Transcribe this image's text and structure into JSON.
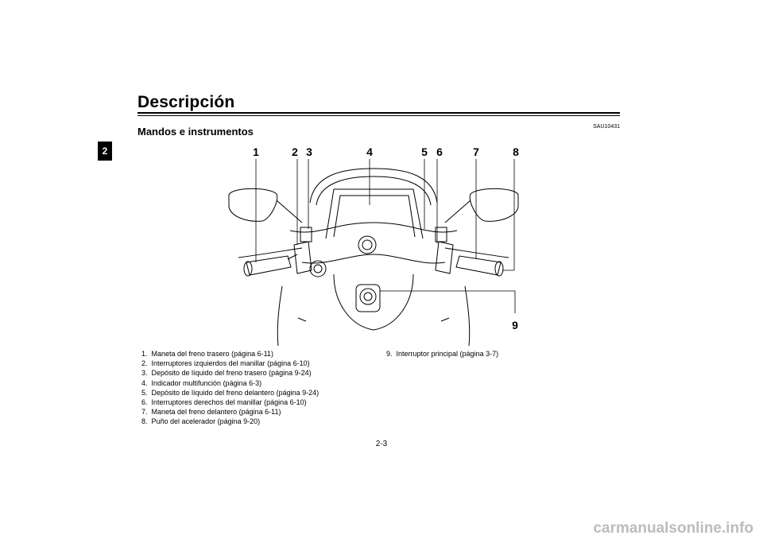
{
  "page": {
    "chapter_tab": "2",
    "section_title": "Descripción",
    "section_code": "SAU10431",
    "subtitle": "Mandos e instrumentos",
    "page_number": "2-3",
    "watermark": "carmanualsonline.info"
  },
  "figure": {
    "callouts": [
      "1",
      "2",
      "3",
      "4",
      "5",
      "6",
      "7",
      "8",
      "9"
    ]
  },
  "legend": {
    "left": [
      {
        "num": "1.",
        "text": "Maneta del freno trasero (página 6-11)"
      },
      {
        "num": "2.",
        "text": "Interruptores izquierdos del manillar (página 6-10)"
      },
      {
        "num": "3.",
        "text": "Depósito de líquido del freno trasero (página 9-24)"
      },
      {
        "num": "4.",
        "text": "Indicador multifunción (página 6-3)"
      },
      {
        "num": "5.",
        "text": "Depósito de líquido del freno delantero (página 9-24)"
      },
      {
        "num": "6.",
        "text": "Interruptores derechos del manillar (página 6-10)"
      },
      {
        "num": "7.",
        "text": "Maneta del freno delantero (página 6-11)"
      },
      {
        "num": "8.",
        "text": "Puño del acelerador (página 9-20)"
      }
    ],
    "right": [
      {
        "num": "9.",
        "text": "Interruptor principal (página 3-7)"
      }
    ]
  }
}
